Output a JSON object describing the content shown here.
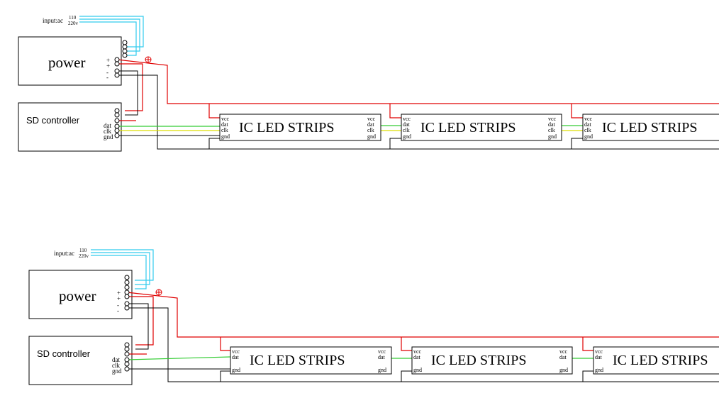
{
  "diagram_1": {
    "input_label": "input:ac",
    "input_voltage_top": "110",
    "input_voltage_bottom": "220v",
    "power_label": "power",
    "power_pins": [
      "+",
      "+",
      "-",
      "-"
    ],
    "controller_label": "SD controller",
    "controller_pins": [
      "dat",
      "clk",
      "gnd"
    ],
    "strips": [
      {
        "label": "IC LED STRIPS",
        "in_pins": [
          "vcc",
          "dat",
          "clk",
          "gnd"
        ],
        "out_pins": [
          "vcc",
          "dat",
          "clk",
          "gnd"
        ]
      },
      {
        "label": "IC LED STRIPS",
        "in_pins": [
          "vcc",
          "dat",
          "clk",
          "gnd"
        ],
        "out_pins": [
          "vcc",
          "dat",
          "clk",
          "gnd"
        ]
      },
      {
        "label": "IC LED STRIPS",
        "in_pins": [
          "vcc",
          "dat",
          "clk",
          "gnd"
        ],
        "out_pins": []
      }
    ]
  },
  "diagram_2": {
    "input_label": "input:ac",
    "input_voltage_top": "110",
    "input_voltage_bottom": "220v",
    "power_label": "power",
    "power_pins": [
      "+",
      "+",
      "-",
      "-"
    ],
    "controller_label": "SD controller",
    "controller_pins": [
      "dat",
      "clk",
      "gnd"
    ],
    "strips": [
      {
        "label": "IC LED STRIPS",
        "in_pins": [
          "vcc",
          "dat",
          "gnd"
        ],
        "out_pins": [
          "vcc",
          "dat",
          "gnd"
        ]
      },
      {
        "label": "IC LED STRIPS",
        "in_pins": [
          "vcc",
          "dat",
          "gnd"
        ],
        "out_pins": [
          "vcc",
          "dat",
          "gnd"
        ]
      },
      {
        "label": "IC LED STRIPS",
        "in_pins": [
          "vcc",
          "dat",
          "gnd"
        ],
        "out_pins": []
      }
    ]
  },
  "colors": {
    "power_wire": "#e00000",
    "ground_wire": "#000000",
    "ac_input_wire": "#33ccee",
    "data_wire": "#33cc33",
    "clock_wire": "#dddd00"
  },
  "icons": {
    "fuse": "fuse-icon",
    "terminal": "terminal-icon"
  }
}
